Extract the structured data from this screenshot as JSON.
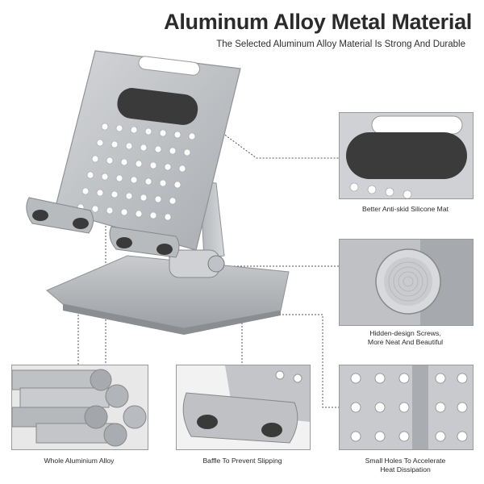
{
  "header": {
    "title": "Aluminum Alloy Metal Material",
    "subtitle": "The Selected Aluminum Alloy Material Is Strong And Durable"
  },
  "captions": {
    "silicone_mat": "Better Anti-skid Silicone Mat",
    "screws_line1": "Hidden-design Screws,",
    "screws_line2": "More Neat And Beautiful",
    "alloy": "Whole Aluminium Alloy",
    "baffle": "Baffle To Prevent Slipping",
    "holes_line1": "Small Holes To Accelerate",
    "holes_line2": "Heat Dissipation"
  },
  "colors": {
    "aluminum": "#b9bbbe",
    "aluminum_dark": "#8d9094",
    "silicone": "#3a3a3a",
    "callout_dot": "#3c9a84",
    "callout_line": "#555555"
  },
  "icons": {
    "product": "tablet-stand-image",
    "detail_mat": "silicone-mat-closeup",
    "detail_screw": "hinge-screw-closeup",
    "detail_rods": "aluminum-rods-image",
    "detail_baffle": "baffle-closeup",
    "detail_holes": "vent-holes-closeup"
  }
}
